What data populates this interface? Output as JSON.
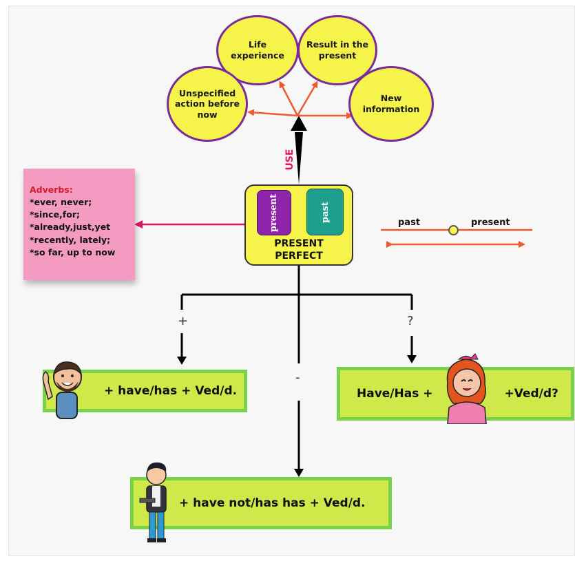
{
  "title": "PRESENT PERFECT",
  "title_line1": "PRESENT",
  "title_line2": "PERFECT",
  "center_tags": {
    "present": "present",
    "past": "past"
  },
  "use_label": "USE",
  "uses": [
    {
      "text": "Life experience"
    },
    {
      "text": "Result in the present"
    },
    {
      "text": "Unspecified action before now"
    },
    {
      "text": "New information"
    }
  ],
  "adverbs": {
    "title": "Adverbs:",
    "items": [
      "*ever, never;",
      "*since,for;",
      "*already,just,yet",
      "*recently, lately;",
      "*so far, up to now"
    ]
  },
  "timeline": {
    "left": "past",
    "right": "present"
  },
  "branches": {
    "positive": {
      "symbol": "+",
      "formula": "+ have/has + Ved/d."
    },
    "negative": {
      "symbol": "-",
      "formula": "+ have not/has has + Ved/d."
    },
    "question": {
      "symbol": "?",
      "formula_left": "Have/Has +",
      "formula_right": "+Ved/d?"
    }
  },
  "colors": {
    "bubble_fill": "#f6f44a",
    "bubble_border": "#7a2a9a",
    "arrow_orange": "#f05a2a",
    "arrow_pink": "#e0145f",
    "sticky": "#f49bc2",
    "green_box": "#cfe84a",
    "green_border": "#7bd04a",
    "tag_present": "#8e24aa",
    "tag_past": "#1fa08f"
  }
}
